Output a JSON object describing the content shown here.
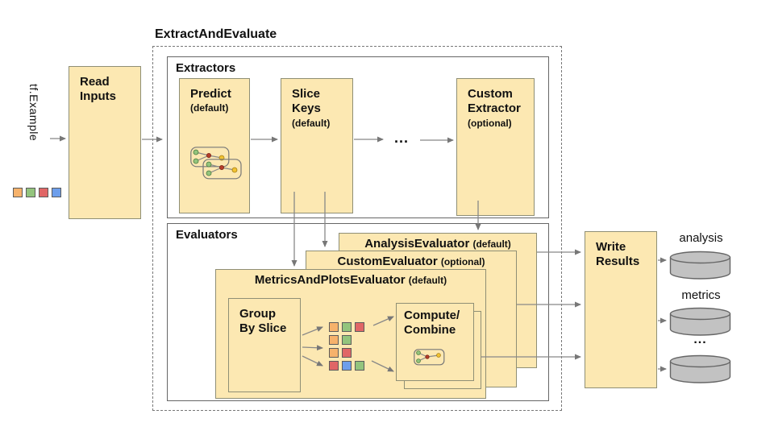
{
  "colors": {
    "text": "#111111",
    "box_fill": "#fce8b2",
    "box_border": "#8f8f75",
    "section_border": "#666666",
    "dashed_border": "#777777",
    "arrow": "#888888",
    "cylinder_fill": "#c2c2c2",
    "cylinder_border": "#666666",
    "sq_border": "#5b5b5b",
    "sq_orange": "#f6b26b",
    "sq_green": "#93c47d",
    "sq_red": "#e06666",
    "sq_blue": "#6d9eeb",
    "node_red": "#b53d2a",
    "node_yellow": "#f1c232"
  },
  "pipeline": {
    "title": "ExtractAndEvaluate",
    "input_label": "tf.Example",
    "input_squares": [
      "orange",
      "green",
      "red",
      "blue"
    ],
    "read_inputs": {
      "line1": "Read",
      "line2": "Inputs"
    },
    "extractors": {
      "label": "Extractors",
      "predict": {
        "name": "Predict",
        "qualifier": "(default)"
      },
      "slice_keys": {
        "line1": "Slice",
        "line2": "Keys",
        "qualifier": "(default)"
      },
      "ellipsis": "...",
      "custom_extractor": {
        "line1": "Custom",
        "line2": "Extractor",
        "qualifier": "(optional)"
      }
    },
    "evaluators": {
      "label": "Evaluators",
      "analysis_evaluator": {
        "name": "AnalysisEvaluator",
        "qualifier": "(default)"
      },
      "custom_evaluator": {
        "name": "CustomEvaluator",
        "qualifier": "(optional)"
      },
      "metrics_evaluator": {
        "name": "MetricsAndPlotsEvaluator",
        "qualifier": "(default)"
      },
      "group_by_slice": {
        "line1": "Group",
        "line2": "By Slice"
      },
      "slice_grid": [
        [
          "orange",
          "green",
          "red"
        ],
        [
          "orange",
          "green"
        ],
        [
          "orange",
          "red"
        ],
        [
          "red",
          "blue",
          "green"
        ]
      ],
      "compute_combine": {
        "line1": "Compute/",
        "line2": "Combine"
      }
    },
    "write_results": {
      "line1": "Write",
      "line2": "Results"
    },
    "outputs": [
      {
        "label": "analysis"
      },
      {
        "label": "metrics"
      },
      {
        "label": "..."
      }
    ]
  }
}
